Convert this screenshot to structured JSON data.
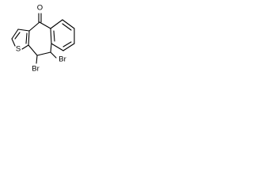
{
  "molecule": {
    "atoms": {
      "oxygen": "O",
      "sulfur": "S",
      "bromine_upper": "Br",
      "bromine_lower": "Br"
    },
    "colors": {
      "bond": "#000000",
      "label": "#000000",
      "background": "#ffffff"
    }
  }
}
